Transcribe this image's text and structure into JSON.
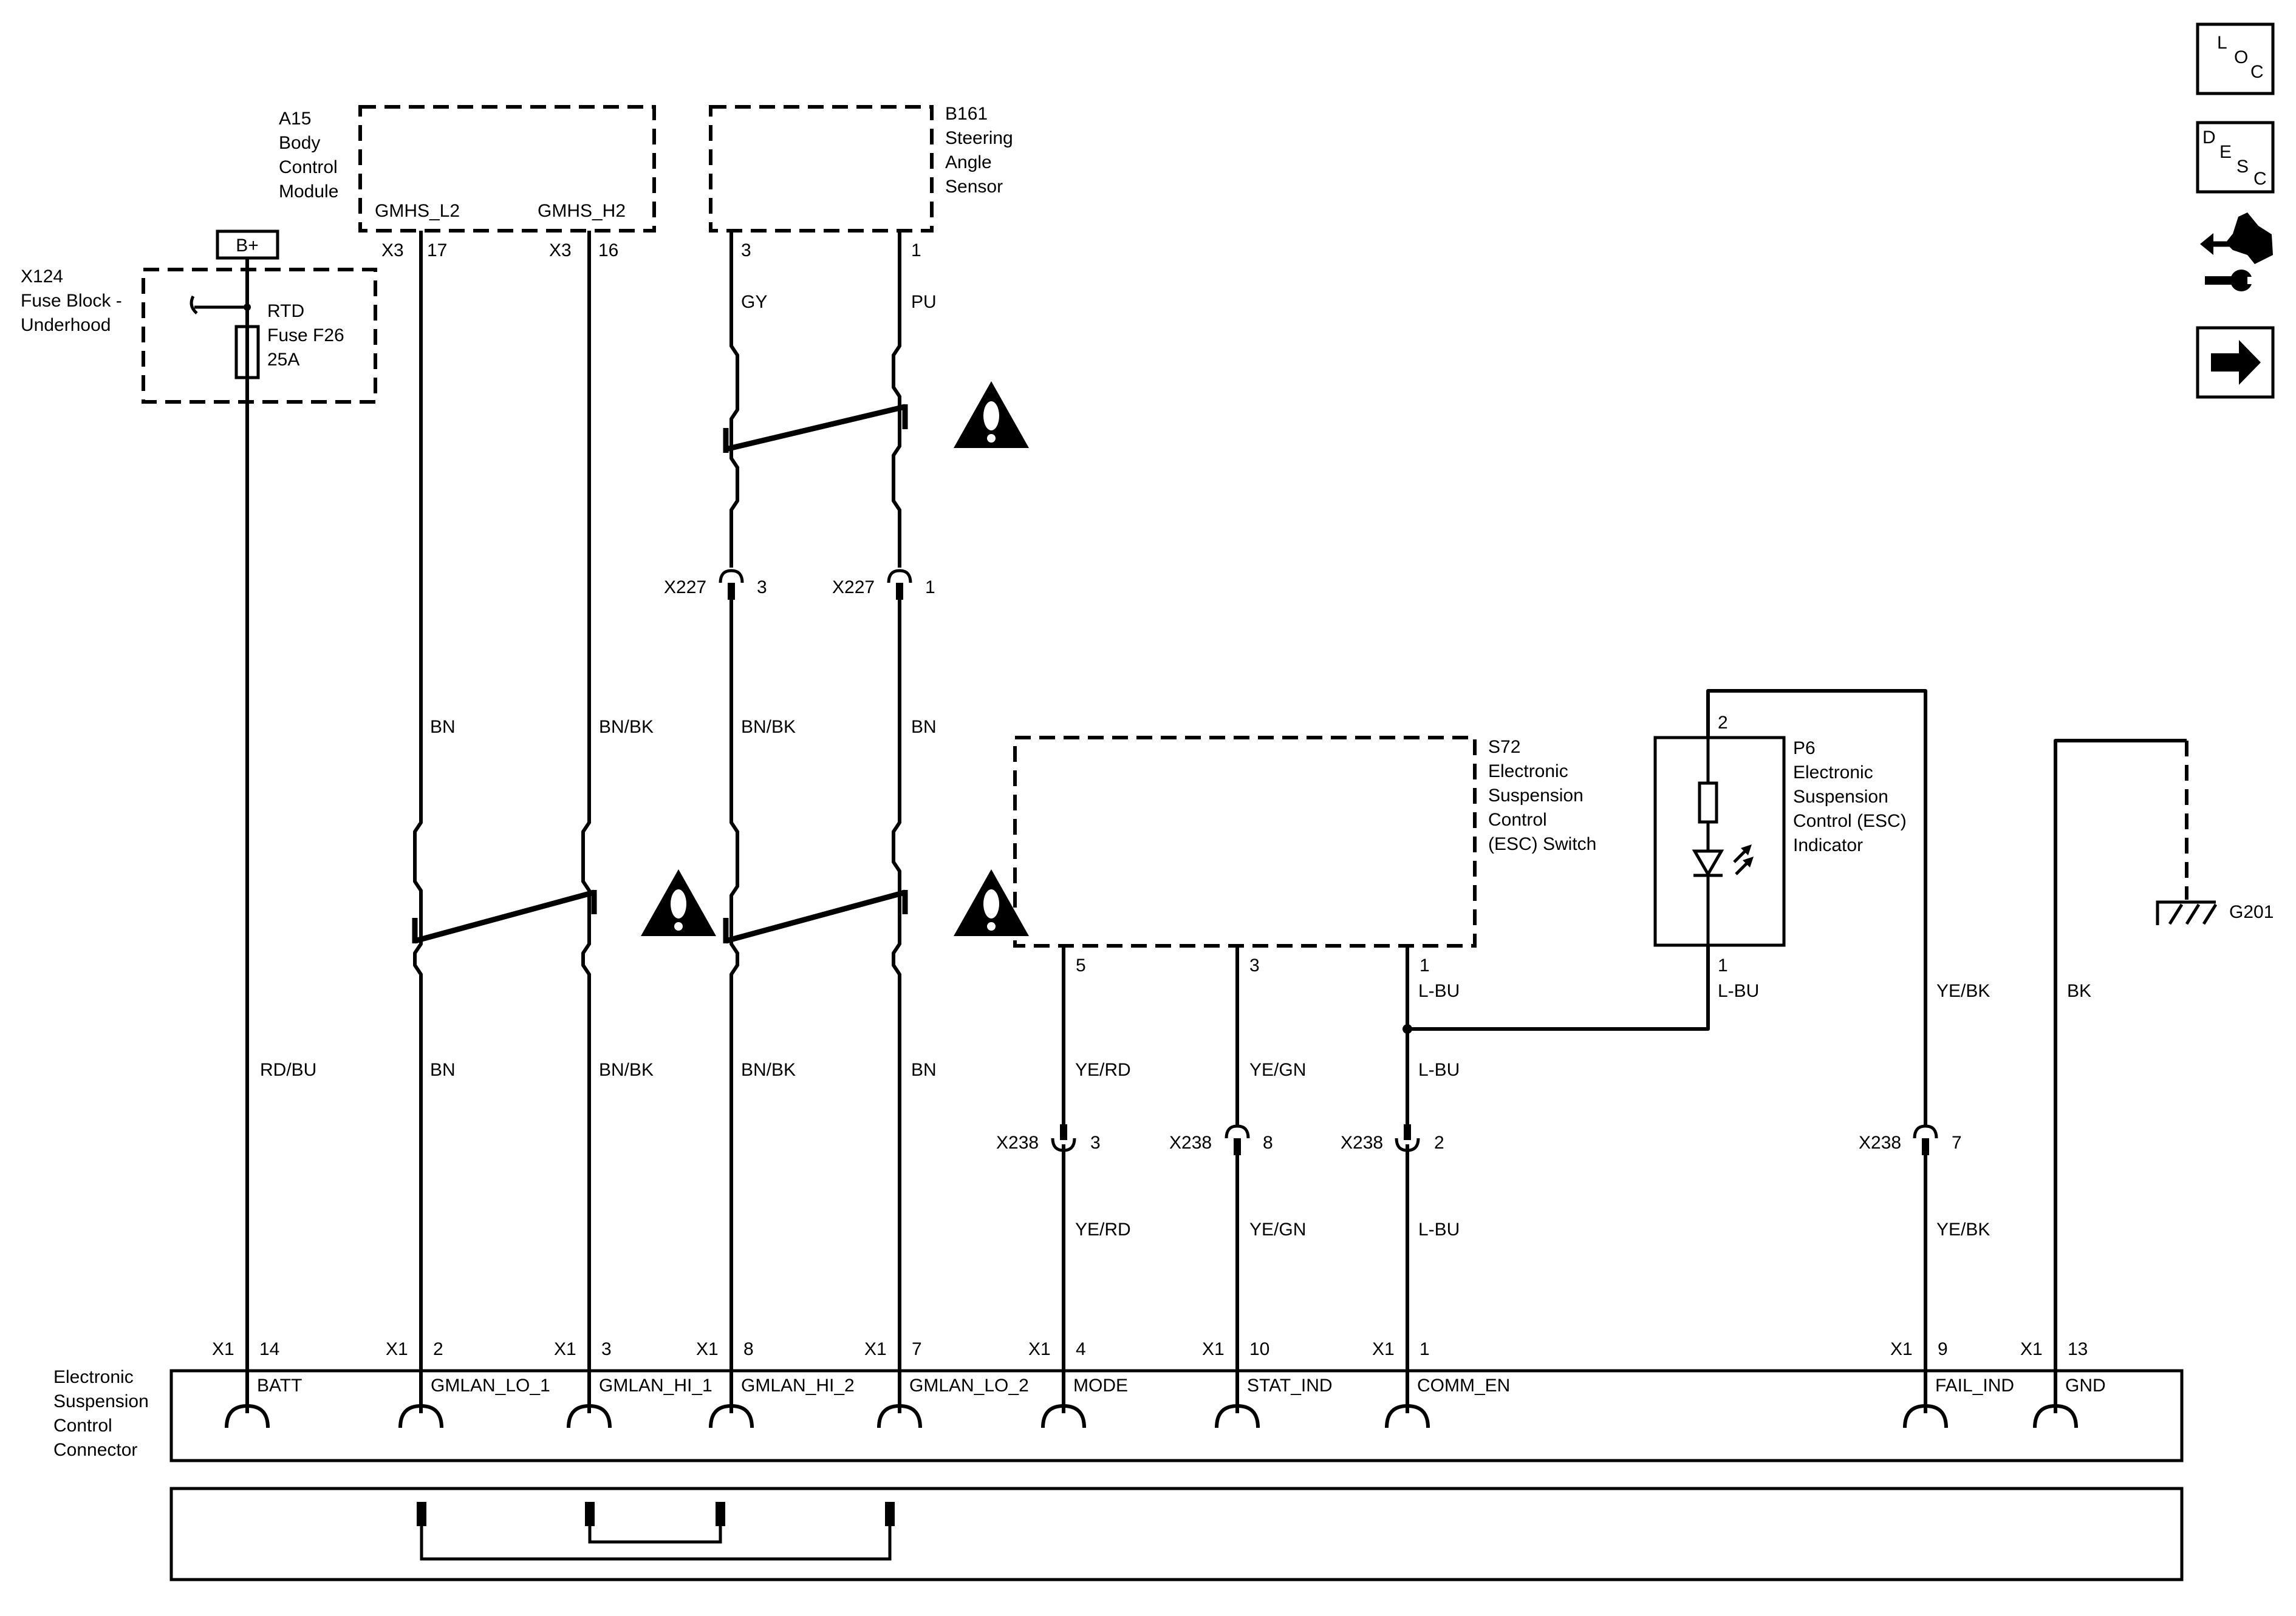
{
  "components": {
    "a15": {
      "name": "A15",
      "lines": [
        "Body",
        "Control",
        "Module"
      ],
      "pins": [
        "GMHS_L2",
        "GMHS_H2"
      ],
      "conn_l": "X3",
      "pin_l": "17",
      "conn_h": "X3",
      "pin_h": "16"
    },
    "b161": {
      "name": "B161",
      "lines": [
        "Steering",
        "Angle",
        "Sensor"
      ],
      "pin_a": "3",
      "pin_b": "1"
    },
    "x124": {
      "name": "X124",
      "lines": [
        "Fuse Block -",
        "Underhood"
      ],
      "fuse": [
        "RTD",
        "Fuse F26",
        "25A"
      ],
      "supply": "B+"
    },
    "s72": {
      "name": "S72",
      "lines": [
        "Electronic",
        "Suspension",
        "Control",
        "(ESC) Switch"
      ],
      "pin_mode": "5",
      "pin_stat": "3",
      "pin_comm": "1"
    },
    "p6": {
      "name": "P6",
      "lines": [
        "Electronic",
        "Suspension",
        "Control (ESC)",
        "Indicator"
      ],
      "pin_top": "2",
      "pin_bottom": "1"
    },
    "g201": {
      "name": "G201"
    }
  },
  "wires": {
    "gy": "GY",
    "pu": "PU",
    "bn": "BN",
    "bnbk": "BN/BK",
    "rdbu": "RD/BU",
    "yerd": "YE/RD",
    "yegn": "YE/GN",
    "lbu": "L-BU",
    "yebk": "YE/BK",
    "bk": "BK"
  },
  "inline": {
    "x227": "X227",
    "x227_pin_a": "3",
    "x227_pin_b": "1",
    "x238": "X238",
    "x238_mode": "3",
    "x238_stat": "8",
    "x238_comm": "2",
    "x238_fail": "7"
  },
  "module": {
    "title": [
      "Electronic",
      "Suspension",
      "Control",
      "Connector"
    ],
    "conn": "X1",
    "pins": [
      {
        "num": "14",
        "name": "BATT"
      },
      {
        "num": "2",
        "name": "GMLAN_LO_1"
      },
      {
        "num": "3",
        "name": "GMLAN_HI_1"
      },
      {
        "num": "8",
        "name": "GMLAN_HI_2"
      },
      {
        "num": "7",
        "name": "GMLAN_LO_2"
      },
      {
        "num": "4",
        "name": "MODE"
      },
      {
        "num": "10",
        "name": "STAT_IND"
      },
      {
        "num": "1",
        "name": "COMM_EN"
      },
      {
        "num": "9",
        "name": "FAIL_IND"
      },
      {
        "num": "13",
        "name": "GND"
      }
    ]
  },
  "nav": {
    "loc": [
      "L",
      "O",
      "C"
    ],
    "desc": [
      "D",
      "E",
      "S",
      "C"
    ]
  }
}
